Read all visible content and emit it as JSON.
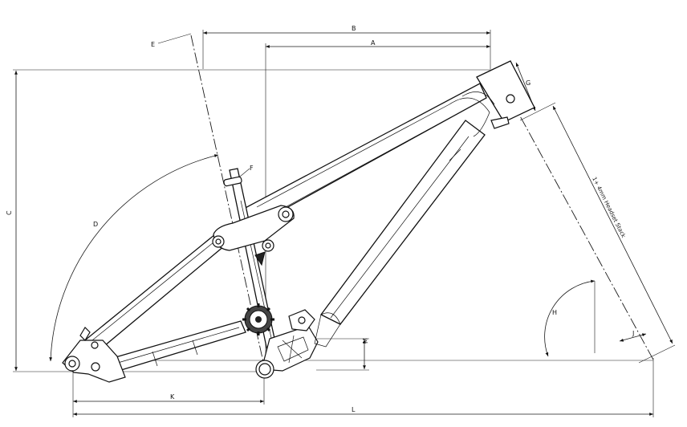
{
  "labels": {
    "A": "A",
    "B": "B",
    "C": "C",
    "D": "D",
    "E": "E",
    "F": "F",
    "G": "G",
    "H": "H",
    "J": "J",
    "K": "K",
    "L": "L",
    "M": "M",
    "headset": "1+ 4mm Headset Stack"
  }
}
